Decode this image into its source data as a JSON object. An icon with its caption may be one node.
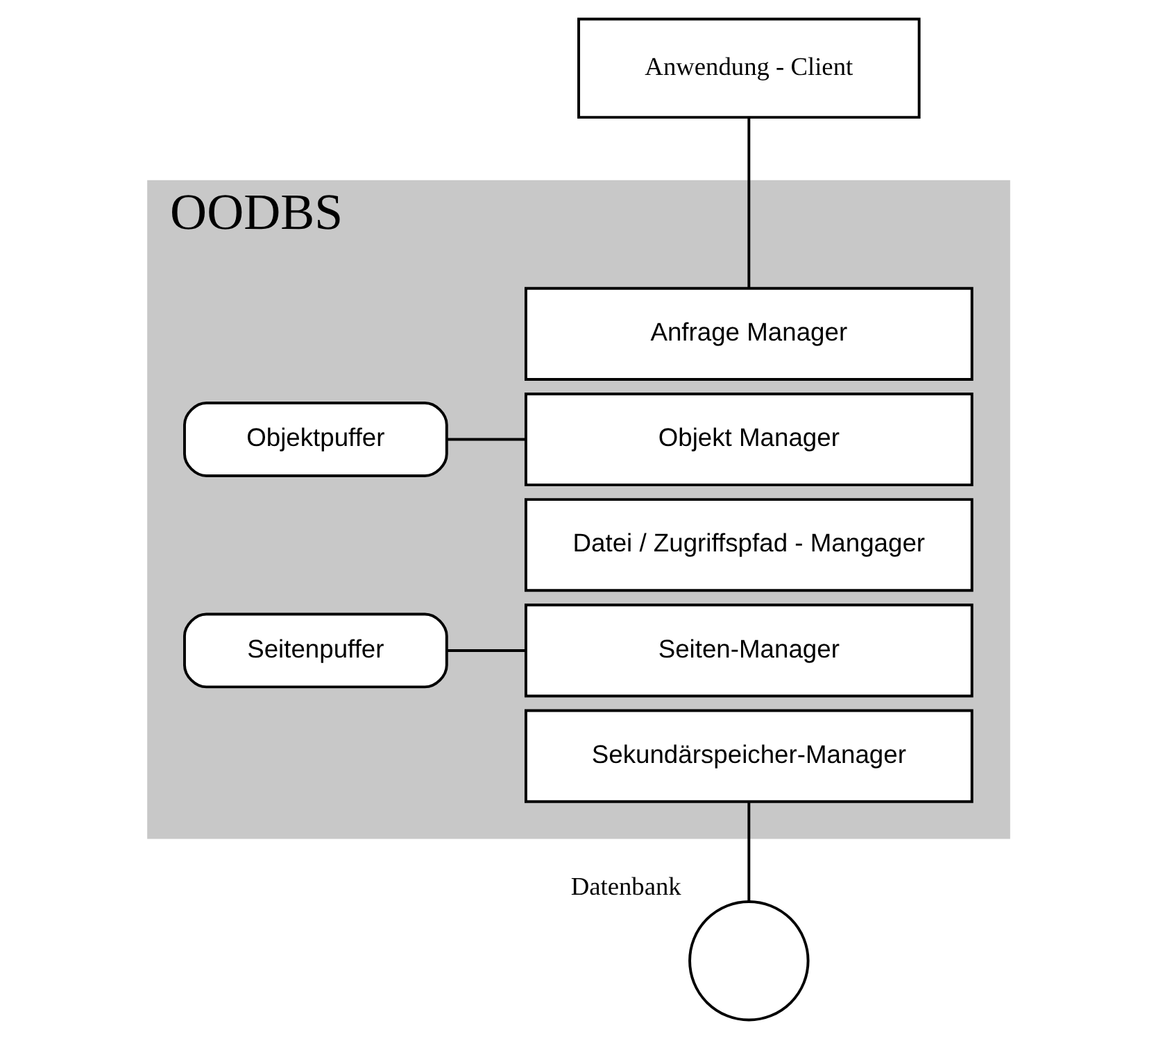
{
  "diagram": {
    "nodes": [
      {
        "text": [
          "Anwendung - Client"
        ]
      },
      {
        "text": [
          "OODBS"
        ]
      },
      {
        "text": [
          "Anfrage Manager"
        ],
        "in": 1
      },
      {
        "text": [
          "Objektpuffer"
        ],
        "in": 1
      },
      {
        "text": [
          "Objekt Manager"
        ],
        "in": 1
      },
      {
        "text": [
          "Datei / Zugriffspfad - Mangager"
        ],
        "in": 1
      },
      {
        "text": [
          "Seitenpuffer"
        ],
        "in": 1
      },
      {
        "text": [
          "Seiten-Manager"
        ],
        "in": 1
      },
      {
        "text": [
          "Sekundärspeicher-Manager"
        ],
        "in": 1
      },
      {
        "text": [],
        "shape": "circle",
        "beside": [
          "Datenbank"
        ]
      }
    ],
    "edges": [
      {
        "from": 0,
        "to": 2,
        "arrow": "none"
      },
      {
        "from": 3,
        "to": 4,
        "arrow": "none"
      },
      {
        "from": 6,
        "to": 7,
        "arrow": "none"
      },
      {
        "from": 8,
        "to": 9,
        "arrow": "none"
      }
    ]
  }
}
